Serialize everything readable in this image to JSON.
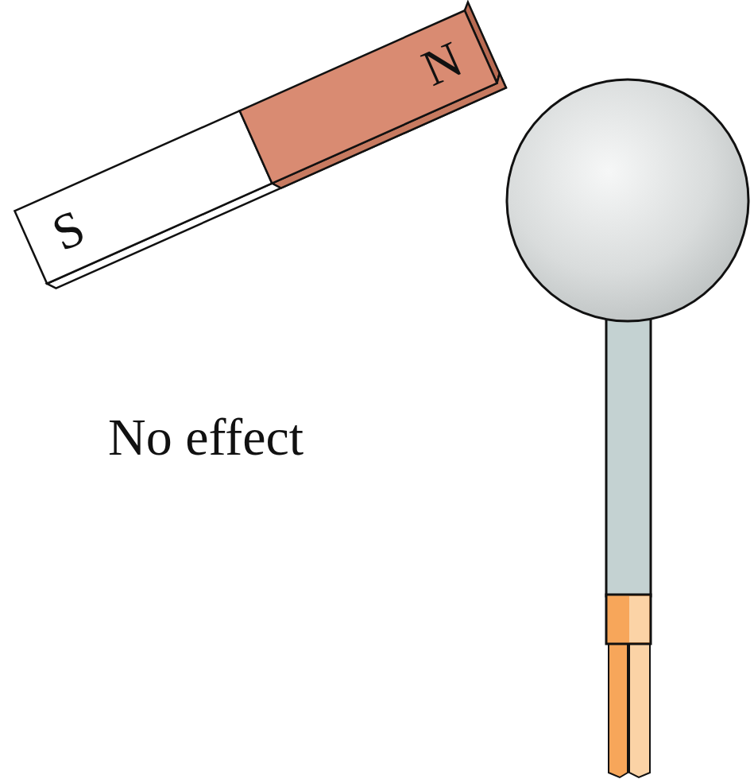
{
  "diagram": {
    "nodes": [
      {
        "text": [
          "S"
        ]
      },
      {
        "text": [
          "N"
        ]
      }
    ],
    "labels": [
      "No effect"
    ]
  }
}
